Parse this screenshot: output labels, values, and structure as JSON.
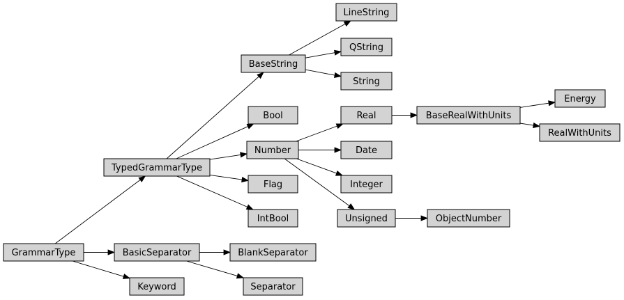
{
  "diagram": {
    "nodes": {
      "grammar_type": "GrammarType",
      "typed_grammar_type": "TypedGrammarType",
      "basic_separator": "BasicSeparator",
      "keyword": "Keyword",
      "base_string": "BaseString",
      "bool": "Bool",
      "number": "Number",
      "flag": "Flag",
      "int_bool": "IntBool",
      "blank_separator": "BlankSeparator",
      "separator": "Separator",
      "line_string": "LineString",
      "qstring": "QString",
      "string": "String",
      "real": "Real",
      "date": "Date",
      "integer": "Integer",
      "unsigned": "Unsigned",
      "base_real_with_units": "BaseRealWithUnits",
      "object_number": "ObjectNumber",
      "energy": "Energy",
      "real_with_units": "RealWithUnits"
    },
    "edges": [
      [
        "grammar_type",
        "typed_grammar_type"
      ],
      [
        "grammar_type",
        "basic_separator"
      ],
      [
        "grammar_type",
        "keyword"
      ],
      [
        "typed_grammar_type",
        "base_string"
      ],
      [
        "typed_grammar_type",
        "bool"
      ],
      [
        "typed_grammar_type",
        "number"
      ],
      [
        "typed_grammar_type",
        "flag"
      ],
      [
        "typed_grammar_type",
        "int_bool"
      ],
      [
        "basic_separator",
        "blank_separator"
      ],
      [
        "basic_separator",
        "separator"
      ],
      [
        "base_string",
        "line_string"
      ],
      [
        "base_string",
        "qstring"
      ],
      [
        "base_string",
        "string"
      ],
      [
        "number",
        "real"
      ],
      [
        "number",
        "date"
      ],
      [
        "number",
        "integer"
      ],
      [
        "number",
        "unsigned"
      ],
      [
        "real",
        "base_real_with_units"
      ],
      [
        "unsigned",
        "object_number"
      ],
      [
        "base_real_with_units",
        "energy"
      ],
      [
        "base_real_with_units",
        "real_with_units"
      ]
    ]
  }
}
